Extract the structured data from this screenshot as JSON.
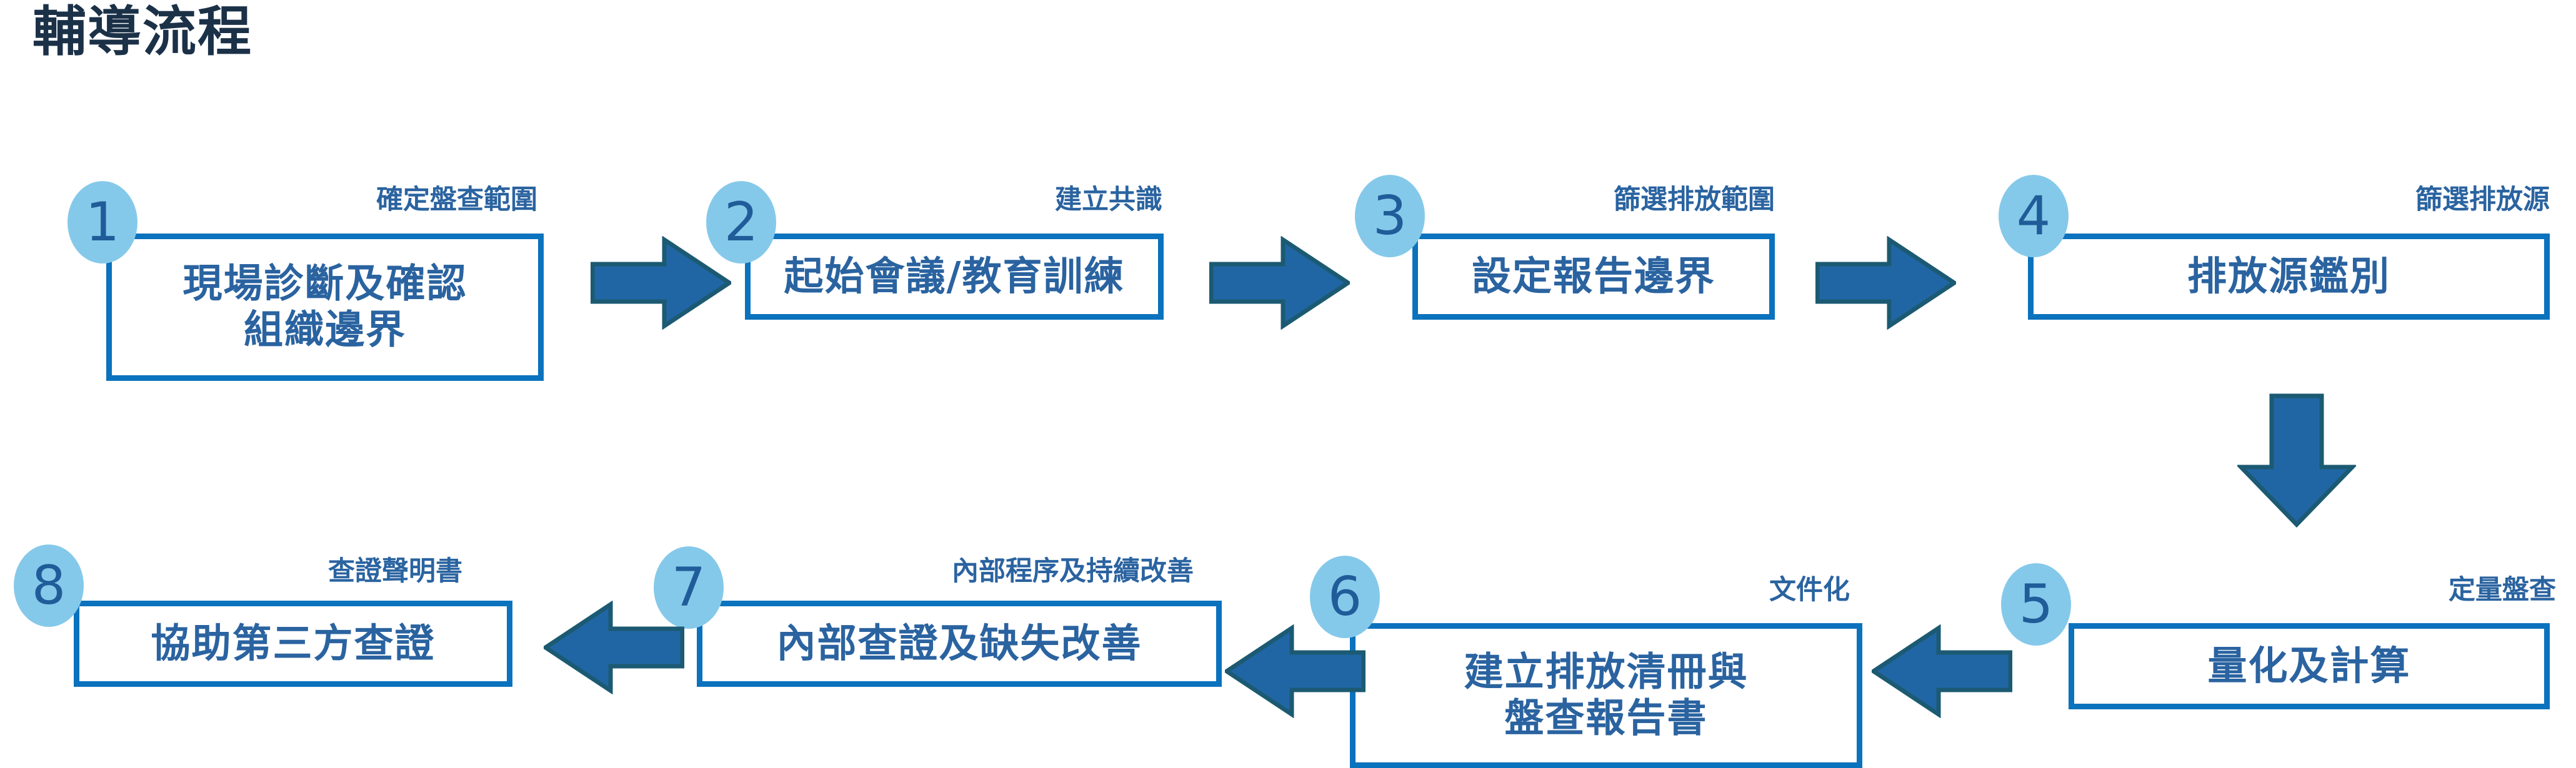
{
  "title": "輔導流程",
  "colors": {
    "title": "#1B3148",
    "badge_fill": "#85C9EA",
    "badge_text": "#1F5C99",
    "box_border": "#0B72BD",
    "box_text": "#2A63A0",
    "caption_text": "#2A63A0",
    "arrow_fill": "#2166A4",
    "arrow_stroke": "#1B5A72",
    "background": "#FFFFFF"
  },
  "steps": [
    {
      "number": "1",
      "caption": "確定盤查範圍",
      "label": "現場診斷及確認\n組織邊界"
    },
    {
      "number": "2",
      "caption": "建立共識",
      "label": "起始會議/教育訓練"
    },
    {
      "number": "3",
      "caption": "篩選排放範圍",
      "label": "設定報告邊界"
    },
    {
      "number": "4",
      "caption": "篩選排放源",
      "label": "排放源鑑別"
    },
    {
      "number": "5",
      "caption": "定量盤查",
      "label": "量化及計算"
    },
    {
      "number": "6",
      "caption": "文件化",
      "label": "建立排放清冊與\n盤查報告書"
    },
    {
      "number": "7",
      "caption": "內部程序及持續改善",
      "label": "內部查證及缺失改善"
    },
    {
      "number": "8",
      "caption": "查證聲明書",
      "label": "協助第三方查證"
    }
  ],
  "arrows": [
    {
      "name": "arrow-step1-to-step2",
      "direction": "right"
    },
    {
      "name": "arrow-step2-to-step3",
      "direction": "right"
    },
    {
      "name": "arrow-step3-to-step4",
      "direction": "right"
    },
    {
      "name": "arrow-step4-to-step5",
      "direction": "down"
    },
    {
      "name": "arrow-step5-to-step6",
      "direction": "left"
    },
    {
      "name": "arrow-step6-to-step7",
      "direction": "left"
    },
    {
      "name": "arrow-step7-to-step8",
      "direction": "left"
    }
  ]
}
